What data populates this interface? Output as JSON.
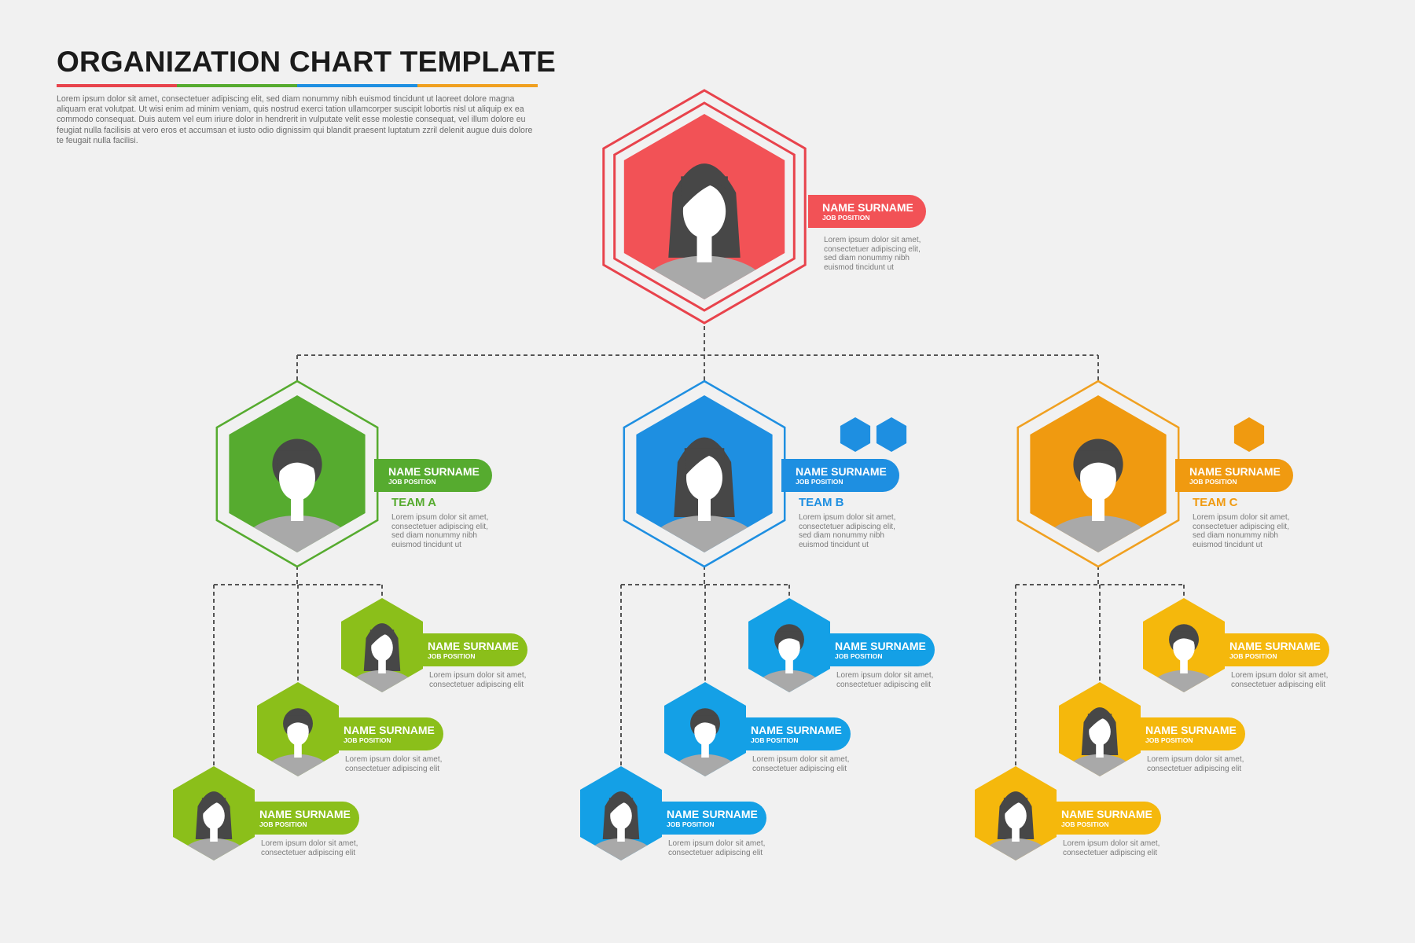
{
  "header": {
    "title": "ORGANIZATION CHART TEMPLATE",
    "title_bar_colors": [
      "#e8434c",
      "#56ab2f",
      "#1e8fe1",
      "#f0a020"
    ],
    "intro_lines": [
      "Lorem ipsum dolor sit amet, consectetuer adipiscing elit, sed diam nonummy nibh euismod tincidunt ut laoreet dolore magna",
      "aliquam erat volutpat. Ut wisi enim ad minim veniam, quis nostrud exerci tation ullamcorper suscipit lobortis nisl ut aliquip ex ea",
      "commodo consequat. Duis autem vel eum iriure dolor in hendrerit in vulputate velit esse molestie consequat, vel illum dolore eu",
      "feugiat nulla facilisis at vero eros et accumsan et iusto odio dignissim qui blandit praesent luptatum zzril delenit augue duis dolore",
      "te feugait nulla facilisi."
    ]
  },
  "ceo": {
    "name": "NAME SURNAME",
    "position": "JOB POSITION",
    "color": "#f25256",
    "outline": "#e8434c",
    "avatar": "female",
    "desc": [
      "Lorem ipsum dolor sit amet,",
      "consectetuer adipiscing elit,",
      "sed diam nonummy nibh",
      "euismod tincidunt ut"
    ]
  },
  "teams": [
    {
      "team": "TEAM A",
      "name": "NAME SURNAME",
      "position": "JOB POSITION",
      "color": "#56ab2f",
      "outline": "#56ab2f",
      "avatar": "male",
      "deco_count": 0,
      "desc": [
        "Lorem ipsum dolor sit amet,",
        "consectetuer adipiscing elit,",
        "sed diam nonummy nibh",
        "euismod tincidunt ut"
      ],
      "member_color": "#8bbf1a",
      "members": [
        {
          "name": "NAME SURNAME",
          "position": "JOB POSITION",
          "avatar": "female",
          "desc": [
            "Lorem ipsum dolor sit amet,",
            "consectetuer adipiscing elit"
          ]
        },
        {
          "name": "NAME SURNAME",
          "position": "JOB POSITION",
          "avatar": "male",
          "desc": [
            "Lorem ipsum dolor sit amet,",
            "consectetuer adipiscing elit"
          ]
        },
        {
          "name": "NAME SURNAME",
          "position": "JOB POSITION",
          "avatar": "female",
          "desc": [
            "Lorem ipsum dolor sit amet,",
            "consectetuer adipiscing elit"
          ]
        }
      ]
    },
    {
      "team": "TEAM B",
      "name": "NAME SURNAME",
      "position": "JOB POSITION",
      "color": "#1e8fe1",
      "outline": "#1e8fe1",
      "avatar": "female",
      "deco_count": 2,
      "desc": [
        "Lorem ipsum dolor sit amet,",
        "consectetuer adipiscing elit,",
        "sed diam nonummy nibh",
        "euismod tincidunt ut"
      ],
      "member_color": "#14a0e6",
      "members": [
        {
          "name": "NAME SURNAME",
          "position": "JOB POSITION",
          "avatar": "male",
          "desc": [
            "Lorem ipsum dolor sit amet,",
            "consectetuer adipiscing elit"
          ]
        },
        {
          "name": "NAME SURNAME",
          "position": "JOB POSITION",
          "avatar": "male",
          "desc": [
            "Lorem ipsum dolor sit amet,",
            "consectetuer adipiscing elit"
          ]
        },
        {
          "name": "NAME SURNAME",
          "position": "JOB POSITION",
          "avatar": "female",
          "desc": [
            "Lorem ipsum dolor sit amet,",
            "consectetuer adipiscing elit"
          ]
        }
      ]
    },
    {
      "team": "TEAM C",
      "name": "NAME SURNAME",
      "position": "JOB POSITION",
      "color": "#f09a10",
      "outline": "#f0a020",
      "avatar": "male",
      "deco_count": 1,
      "desc": [
        "Lorem ipsum dolor sit amet,",
        "consectetuer adipiscing elit,",
        "sed diam nonummy nibh",
        "euismod tincidunt ut"
      ],
      "member_color": "#f5b80c",
      "members": [
        {
          "name": "NAME SURNAME",
          "position": "JOB POSITION",
          "avatar": "male",
          "desc": [
            "Lorem ipsum dolor sit amet,",
            "consectetuer adipiscing elit"
          ]
        },
        {
          "name": "NAME SURNAME",
          "position": "JOB POSITION",
          "avatar": "female",
          "desc": [
            "Lorem ipsum dolor sit amet,",
            "consectetuer adipiscing elit"
          ]
        },
        {
          "name": "NAME SURNAME",
          "position": "JOB POSITION",
          "avatar": "female",
          "desc": [
            "Lorem ipsum dolor sit amet,",
            "consectetuer adipiscing elit"
          ]
        }
      ]
    }
  ],
  "style": {
    "connector_color": "#555555",
    "hair_color": "#474747",
    "shoulder_color": "#a9a9a9",
    "face_color": "#ffffff"
  }
}
